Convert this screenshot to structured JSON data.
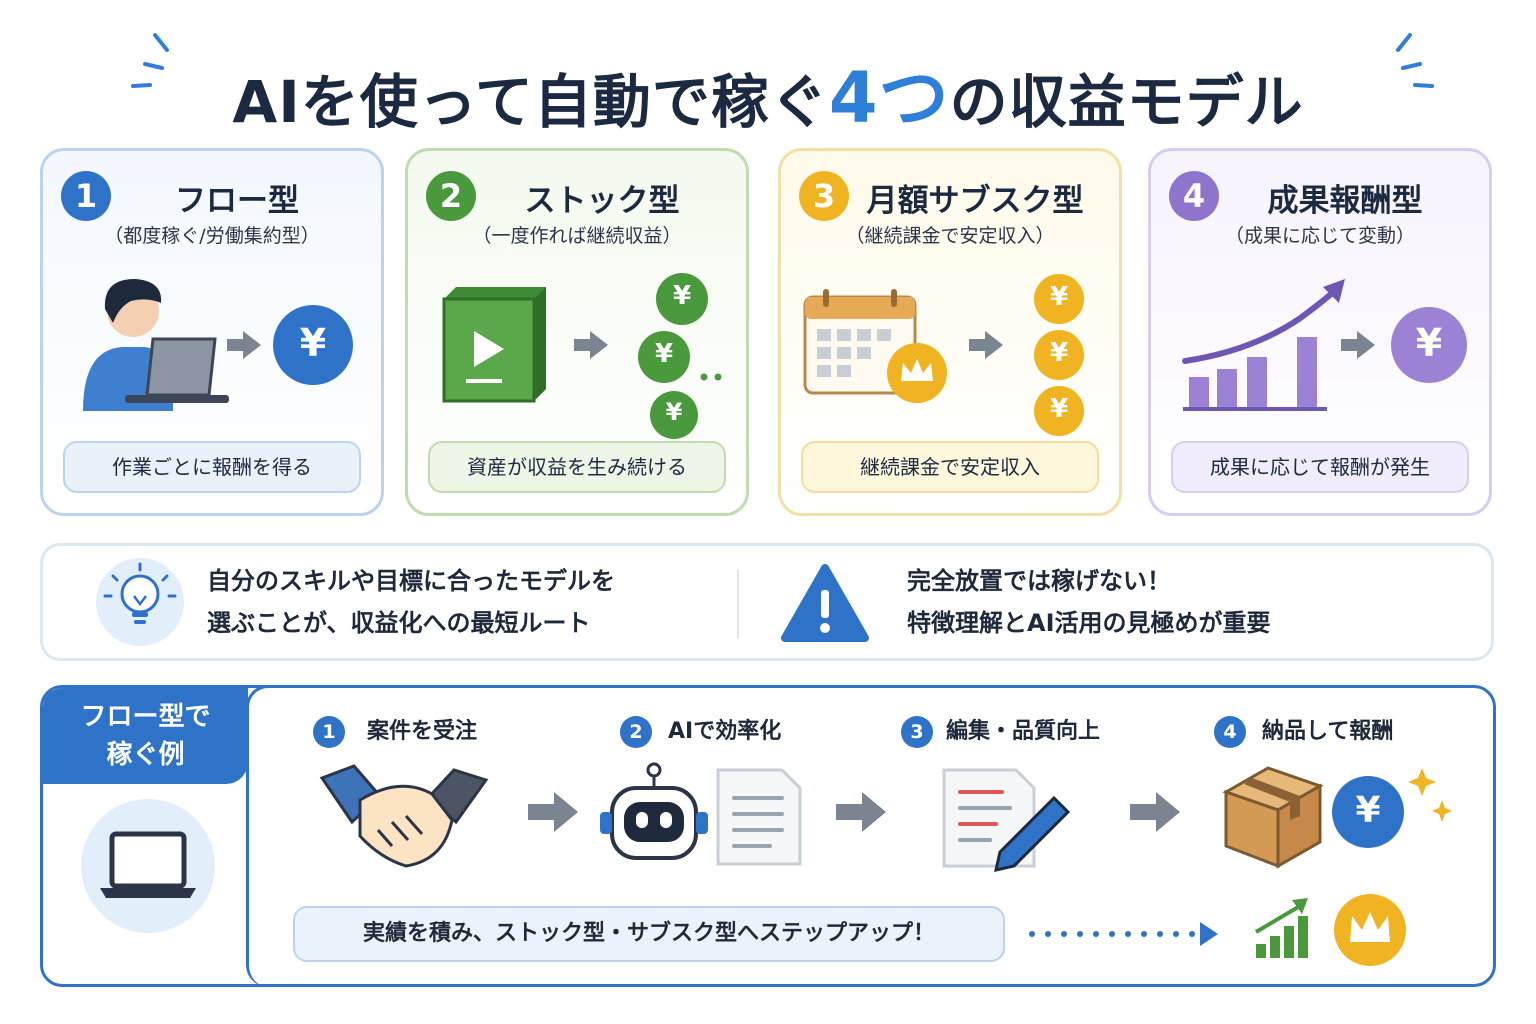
{
  "title": {
    "main": "AIを使って自動で稼ぐ",
    "accent": "4つ",
    "tail": "の収益モデル"
  },
  "cards": [
    {
      "num": "1",
      "title": "フロー型",
      "subtitle": "（都度稼ぐ/労働集約型）",
      "pill": "作業ごとに報酬を得る",
      "color": "#2f73c9"
    },
    {
      "num": "2",
      "title": "ストック型",
      "subtitle": "（一度作れば継続収益）",
      "pill": "資産が収益を生み続ける",
      "color": "#4a9a3d"
    },
    {
      "num": "3",
      "title": "月額サブスク型",
      "subtitle": "（継続課金で安定収入）",
      "pill": "継続課金で安定収入",
      "color": "#f0b321"
    },
    {
      "num": "4",
      "title": "成果報酬型",
      "subtitle": "（成果に応じて変動）",
      "pill": "成果に応じて報酬が発生",
      "color": "#8e74cb"
    }
  ],
  "icons": {
    "yen": "¥"
  },
  "tips": {
    "left": {
      "line1": "自分のスキルや目標に合ったモデルを",
      "line2": "選ぶことが、収益化への最短ルート"
    },
    "right": {
      "line1": "完全放置では稼げない！",
      "line2": "特徴理解とAI活用の見極めが重要"
    }
  },
  "example": {
    "label_line1": "フロー型で",
    "label_line2": "稼ぐ例",
    "steps": [
      {
        "num": "1",
        "label": "案件を受注"
      },
      {
        "num": "2",
        "label": "AIで効率化"
      },
      {
        "num": "3",
        "label": "編集・品質向上"
      },
      {
        "num": "4",
        "label": "納品して報酬"
      }
    ],
    "stepup": "実績を積み、ストック型・サブスク型へステップアップ！"
  }
}
